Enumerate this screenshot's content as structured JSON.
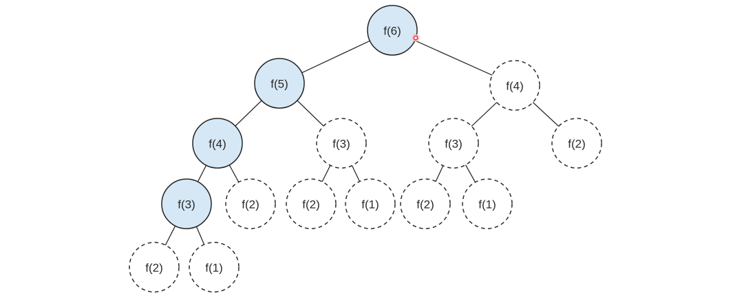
{
  "diagram": {
    "type": "recursion-tree",
    "colors": {
      "computed_fill": "#d6e8f5",
      "line": "#2b2b2b",
      "cursor": "#e0303e"
    },
    "nodes": [
      {
        "id": "n1",
        "label": "f(6)",
        "style": "solid",
        "parent": null
      },
      {
        "id": "n2",
        "label": "f(5)",
        "style": "solid",
        "parent": "n1"
      },
      {
        "id": "n3",
        "label": "f(4)",
        "style": "dashed",
        "parent": "n1"
      },
      {
        "id": "n4",
        "label": "f(4)",
        "style": "solid",
        "parent": "n2"
      },
      {
        "id": "n5",
        "label": "f(3)",
        "style": "dashed",
        "parent": "n2"
      },
      {
        "id": "n6",
        "label": "f(3)",
        "style": "dashed",
        "parent": "n3"
      },
      {
        "id": "n7",
        "label": "f(2)",
        "style": "dashed",
        "parent": "n3"
      },
      {
        "id": "n8",
        "label": "f(3)",
        "style": "solid",
        "parent": "n4"
      },
      {
        "id": "n9",
        "label": "f(2)",
        "style": "dashed",
        "parent": "n4"
      },
      {
        "id": "n10",
        "label": "f(2)",
        "style": "dashed",
        "parent": "n5"
      },
      {
        "id": "n11",
        "label": "f(1)",
        "style": "dashed",
        "parent": "n5"
      },
      {
        "id": "n12",
        "label": "f(2)",
        "style": "dashed",
        "parent": "n6"
      },
      {
        "id": "n13",
        "label": "f(1)",
        "style": "dashed",
        "parent": "n6"
      },
      {
        "id": "n14",
        "label": "f(2)",
        "style": "dashed",
        "parent": "n8"
      },
      {
        "id": "n15",
        "label": "f(1)",
        "style": "dashed",
        "parent": "n8"
      }
    ]
  }
}
